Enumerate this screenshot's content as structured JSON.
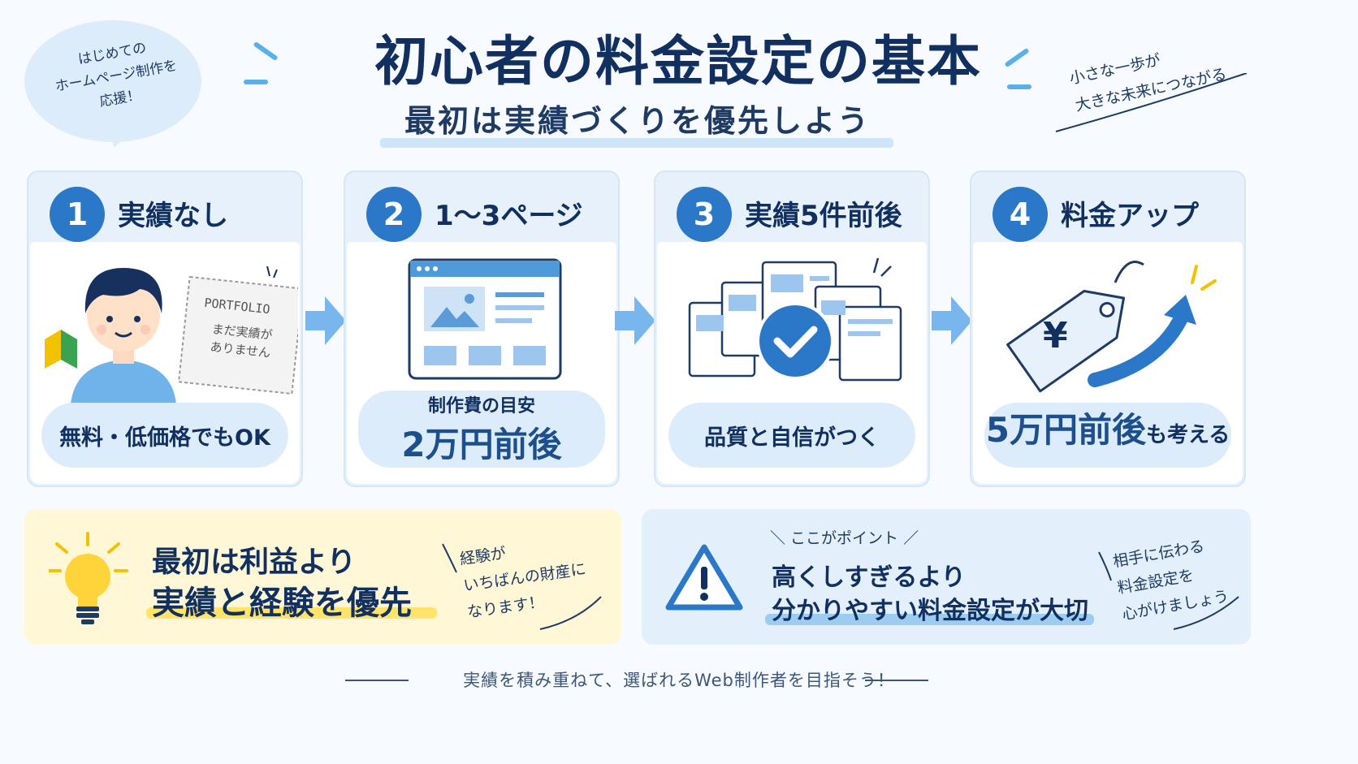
{
  "header": {
    "bubble_note": "はじめての\nホームページ制作を\n応援！",
    "title": "初心者の料金設定の基本",
    "subtitle": "最初は実績づくりを優先しよう",
    "right_note": "小さな一歩が\n大きな未来につながる"
  },
  "steps": [
    {
      "num": "1",
      "title": "実績なし",
      "sign_title": "PORTFOLIO",
      "sign_text": "まだ実績が\nありません",
      "pill": "無料・低価格でもOK"
    },
    {
      "num": "2",
      "title": "1〜3ページ",
      "pill_small": "制作費の目安",
      "pill_big": "2万円前後"
    },
    {
      "num": "3",
      "title": "実績5件前後",
      "pill": "品質と自信がつく"
    },
    {
      "num": "4",
      "title": "料金アップ",
      "yen": "¥",
      "pill_big": "5万円前後",
      "pill_rest": "も考える"
    }
  ],
  "tips": {
    "left_line1": "最初は利益より",
    "left_line2": "実績と経験を優先",
    "left_note": "経験が\nいちばんの財産に\nなります！",
    "point_label": "＼ ここがポイント ／",
    "right_line1": "高くしすぎるより",
    "right_line2": "分かりやすい料金設定が大切",
    "right_note": "相手に伝わる\n料金設定を\n心がけましょう"
  },
  "footer": "実績を積み重ねて、選ばれるWeb制作者を目指そう！",
  "colors": {
    "primary": "#2a78c7",
    "navy": "#11305f",
    "light_blue": "#dcecfa",
    "yellow": "#ffe36a"
  }
}
